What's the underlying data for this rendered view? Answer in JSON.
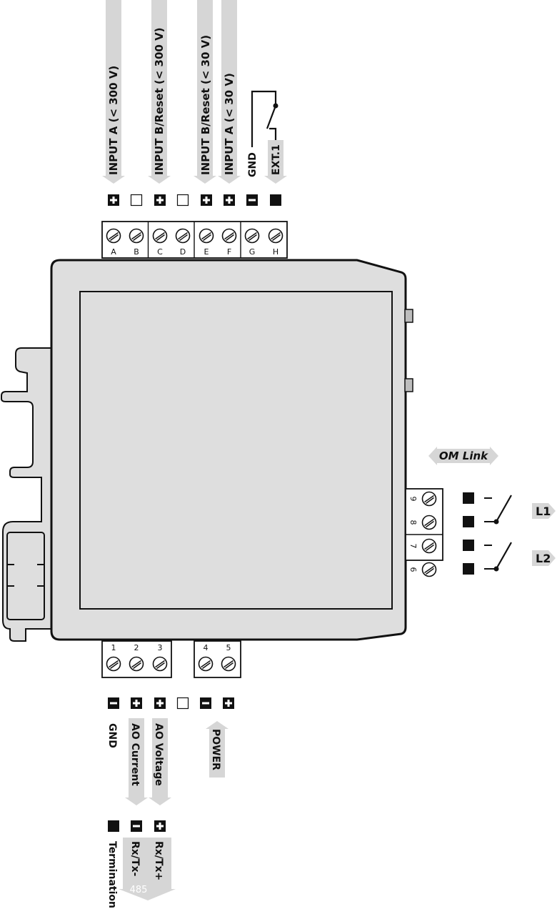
{
  "top_block": {
    "input_labels": [
      "INPUT A (< 300 V)",
      "INPUT B/Reset (< 300 V)",
      "INPUT B/Reset (< 30 V)",
      "INPUT A (< 30 V)",
      "GND",
      "EXT.1"
    ],
    "terminals": [
      "A",
      "B",
      "C",
      "D",
      "E",
      "F",
      "G",
      "H"
    ]
  },
  "side": {
    "link_label": "OM Link",
    "terminals": [
      "9",
      "8",
      "7",
      "6"
    ],
    "relays": [
      "L1",
      "L2"
    ]
  },
  "bottom_block": {
    "terminals": [
      "1",
      "2",
      "3",
      "4",
      "5"
    ],
    "labels": [
      "GND",
      "AO Current",
      "AO Voltage",
      "POWER"
    ],
    "rs485_labels": [
      "Termination",
      "Rx/Tx-",
      "Rx/Tx+"
    ],
    "rs485_tag": "485"
  },
  "colors": {
    "housing_fill": "#dedede",
    "arrow_fill": "#d6d6d6",
    "line": "#111111"
  }
}
